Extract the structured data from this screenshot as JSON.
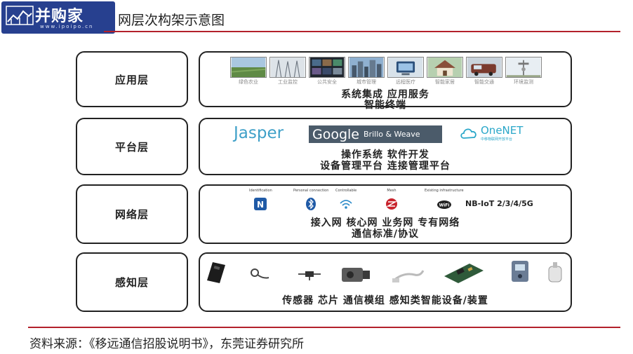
{
  "header": {
    "logo_text": "并购家",
    "logo_url": "www.ipoipo.cn",
    "title": "网层次构架示意图"
  },
  "layers": [
    {
      "label": "应用层",
      "apps": [
        {
          "label": "绿色农业",
          "icon": "farm-photo",
          "color": "#6c8a52"
        },
        {
          "label": "工业监控",
          "icon": "factory-photo",
          "color": "#8b9aa6"
        },
        {
          "label": "公共安全",
          "icon": "surveillance-wall-photo",
          "color": "#2d3440"
        },
        {
          "label": "城市管理",
          "icon": "city-skyline-photo",
          "color": "#6e8bab"
        },
        {
          "label": "远程医疗",
          "icon": "telemedicine-photo",
          "color": "#a7b7c7"
        },
        {
          "label": "智能家居",
          "icon": "smart-home-photo",
          "color": "#8d9b6b"
        },
        {
          "label": "智能交通",
          "icon": "traffic-photo",
          "color": "#7a6057"
        },
        {
          "label": "环境监测",
          "icon": "environment-photo",
          "color": "#b5c2cc"
        }
      ],
      "lines": [
        "系统集成  应用服务",
        "智能终端"
      ]
    },
    {
      "label": "平台层",
      "platforms": {
        "jasper": "Jasper",
        "google": "Google",
        "google_sub": "Brillo & Weave",
        "onenet": "OneNET",
        "onenet_sub": "中移物联网开放平台"
      },
      "lines": [
        "操作系统  软件开发",
        "设备管理平台  连接管理平台"
      ]
    },
    {
      "label": "网络层",
      "network_icons": [
        {
          "caption": "Identification",
          "icon": "nfc-icon",
          "color": "#1f5aa6"
        },
        {
          "caption": "Personal connection",
          "icon": "bluetooth-icon",
          "color": "#1f5aa6"
        },
        {
          "caption": "Controllable",
          "icon": "wifi-icon",
          "color": "#2a8ac9"
        },
        {
          "caption": "Mesh",
          "icon": "zigbee-icon",
          "color": "#c8232c"
        },
        {
          "caption": "Existing infrastructure",
          "icon": "wifi-logo-icon",
          "color": "#222222"
        }
      ],
      "nbiot": "NB-IoT  2/3/4/5G",
      "lines": [
        "接入网  核心网  业务网  专有网络",
        "通信标准/协议"
      ]
    },
    {
      "label": "感知层",
      "devices": [
        "sensor-device-icon",
        "cable-sensor-icon",
        "chip-icon",
        "camera-module-icon",
        "wire-sensor-icon",
        "circuit-board-icon",
        "meter-device-icon",
        "dome-sensor-icon"
      ],
      "lines": [
        "传感器  芯片  通信模组  感知类智能设备/装置"
      ]
    }
  ],
  "footer": {
    "source": "资料来源：《移远通信招股说明书》，东莞证券研究所"
  },
  "colors": {
    "rule": "#b3212b",
    "logo_bg": "#27408f",
    "border": "#222222"
  }
}
